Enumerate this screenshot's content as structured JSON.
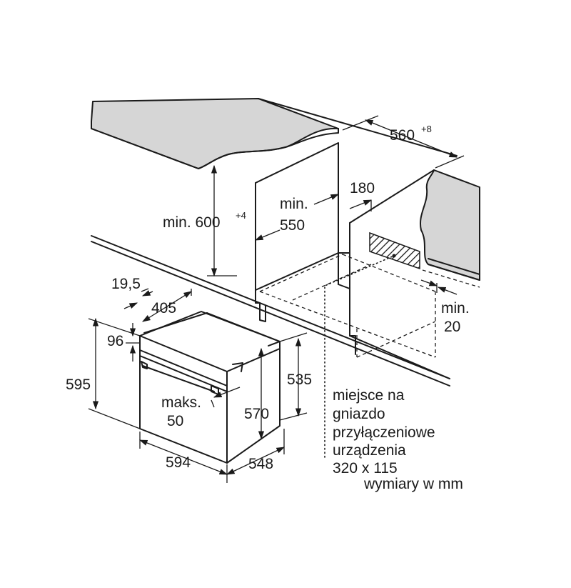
{
  "dimensions": {
    "worktop_gap": {
      "value": "560",
      "tolerance": "+8"
    },
    "min_height": {
      "value": "min. 600",
      "tolerance": "+4"
    },
    "min_depth_line1": "min.",
    "min_depth_line2": "550",
    "rear_gap": "180",
    "side_min_line1": "min.",
    "side_min_line2": "20",
    "top_offset": "19,5",
    "depth_405": "405",
    "height_96": "96",
    "height_595": "595",
    "handle_max_line1": "maks.",
    "handle_max_line2": "50",
    "height_570": "570",
    "height_535": "535",
    "width_594": "594",
    "depth_548": "548"
  },
  "socket_note": [
    "miejsce na",
    "gniazdo",
    "przyłączeniowe",
    "urządzenia",
    "320 x 115"
  ],
  "units_note": "wymiary w mm"
}
